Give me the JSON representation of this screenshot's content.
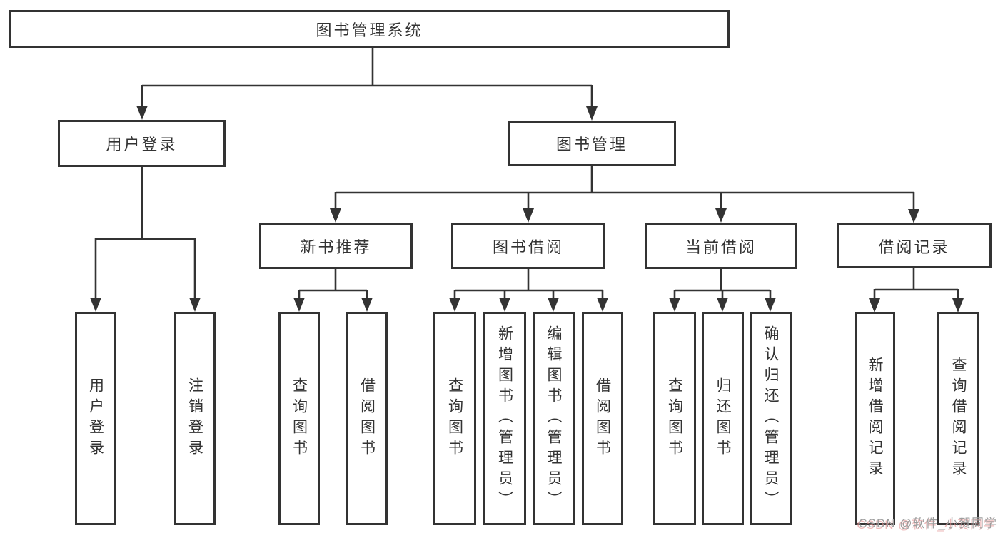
{
  "tree": {
    "label": "图书管理系统",
    "children": [
      {
        "label": "用户登录",
        "children": [
          {
            "label": "用户登录"
          },
          {
            "label": "注销登录"
          }
        ]
      },
      {
        "label": "图书管理",
        "children": [
          {
            "label": "新书推荐",
            "children": [
              {
                "label": "查询图书"
              },
              {
                "label": "借阅图书"
              }
            ]
          },
          {
            "label": "图书借阅",
            "children": [
              {
                "label": "查询图书"
              },
              {
                "label": "新增图书（管理员）"
              },
              {
                "label": "编辑图书（管理员）"
              },
              {
                "label": "借阅图书"
              }
            ]
          },
          {
            "label": "当前借阅",
            "children": [
              {
                "label": "查询图书"
              },
              {
                "label": "归还图书"
              },
              {
                "label": "确认归还（管理员）"
              }
            ]
          },
          {
            "label": "借阅记录",
            "children": [
              {
                "label": "新增借阅记录"
              },
              {
                "label": "查询借阅记录"
              }
            ]
          }
        ]
      }
    ]
  },
  "watermark": {
    "text": "CSDN @软件_小贺同学"
  },
  "colors": {
    "line": "#333333",
    "box_border": "#333333",
    "text": "#333333",
    "background": "#ffffff",
    "watermark_text": "#9e9e9e",
    "watermark_shadow": "#e49292"
  }
}
